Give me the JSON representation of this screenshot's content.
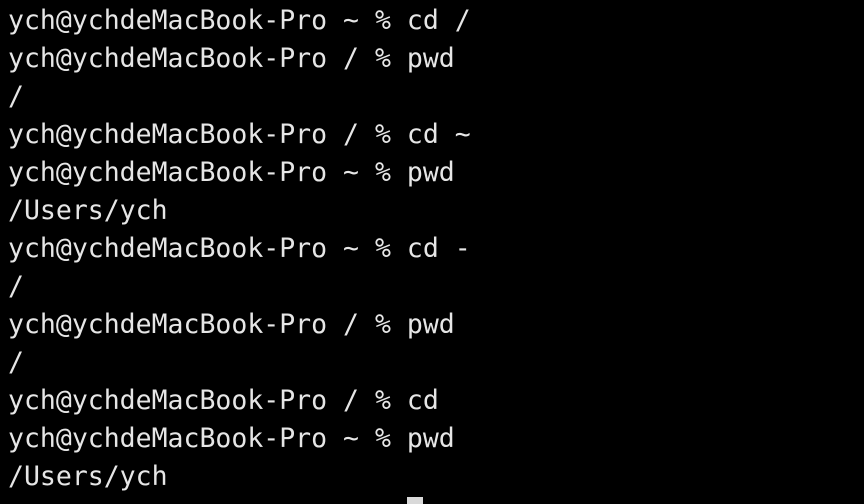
{
  "terminal": {
    "lines": [
      "ych@ychdeMacBook-Pro ~ % cd /",
      "ych@ychdeMacBook-Pro / % pwd",
      "/",
      "ych@ychdeMacBook-Pro / % cd ~",
      "ych@ychdeMacBook-Pro ~ % pwd",
      "/Users/ych",
      "ych@ychdeMacBook-Pro ~ % cd -",
      "/",
      "ych@ychdeMacBook-Pro / % pwd",
      "/",
      "ych@ychdeMacBook-Pro / % cd",
      "ych@ychdeMacBook-Pro ~ % pwd",
      "/Users/ych"
    ]
  }
}
